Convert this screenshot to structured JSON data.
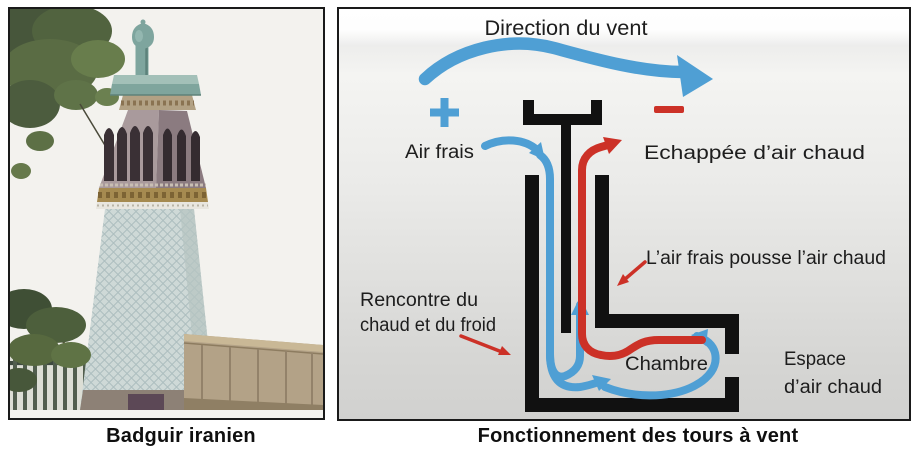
{
  "captions": {
    "photo": "Badguir iranien",
    "diagram": "Fonctionnement des tours à vent"
  },
  "diagram_labels": {
    "wind_direction": "Direction du vent",
    "air_frais": "Air frais",
    "echappee": "Echappée d’air chaud",
    "pousse": "L’air frais pousse l’air chaud",
    "rencontre_1": "Rencontre du",
    "rencontre_2": "chaud et du froid",
    "chambre": "Chambre",
    "espace_1": "Espace",
    "espace_2": "d’air chaud"
  },
  "icons": {
    "plus-icon": "+",
    "minus-icon": "−"
  },
  "colors": {
    "cold_air": "#4f9fd4",
    "hot_air": "#cc3127",
    "structure": "#111111",
    "text": "#1d1d1d"
  }
}
